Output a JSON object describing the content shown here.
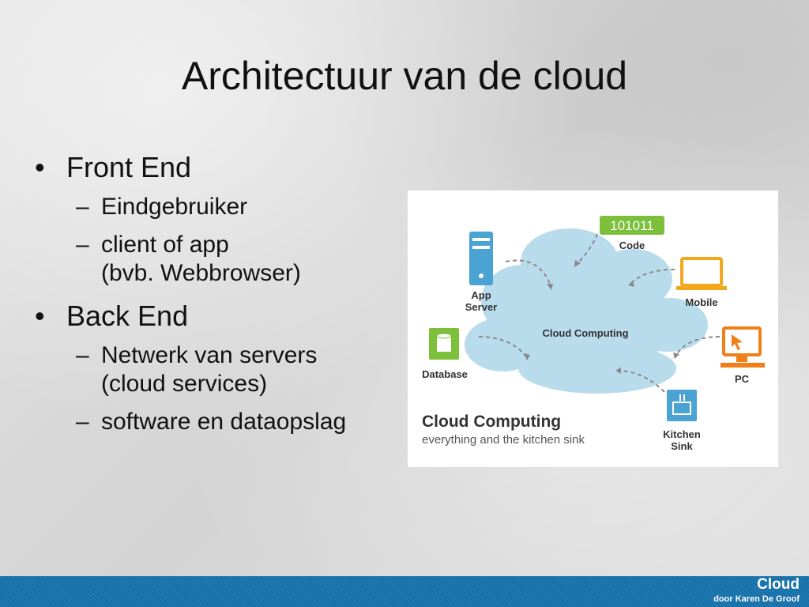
{
  "slide": {
    "title": "Architectuur van de cloud",
    "bullets": [
      {
        "text": "Front End",
        "sub": [
          {
            "lines": [
              "Eindgebruiker"
            ]
          },
          {
            "lines": [
              "client of app",
              "(bvb. Webbrowser)"
            ]
          }
        ]
      },
      {
        "text": "Back End",
        "sub": [
          {
            "lines": [
              "Netwerk van servers",
              "(cloud services)"
            ]
          },
          {
            "lines": [
              "software en dataopslag"
            ]
          }
        ]
      }
    ],
    "bullet_glyph": "•",
    "dash_glyph": "–"
  },
  "figure": {
    "code_value": "101011",
    "code_label": "Code",
    "app_server_label": [
      "App",
      "Server"
    ],
    "mobile_label": "Mobile",
    "cloud_label": "Cloud Computing",
    "database_label": "Database",
    "pc_label": "PC",
    "kitchen_sink_label": [
      "Kitchen",
      "Sink"
    ],
    "caption_title": "Cloud Computing",
    "caption_subtitle": "everything and the kitchen sink",
    "colors": {
      "cloud": "#b9dcec",
      "code_badge": "#7cbf3a",
      "server": "#4aa3d3",
      "mobile": "#f2a81d",
      "database": "#7cbf3a",
      "pc": "#f07f1a",
      "kitchen_sink": "#4aa3d3"
    }
  },
  "footer": {
    "title": "Cloud",
    "subtitle": "door Karen De Groof",
    "color": "#1a6fa5"
  }
}
